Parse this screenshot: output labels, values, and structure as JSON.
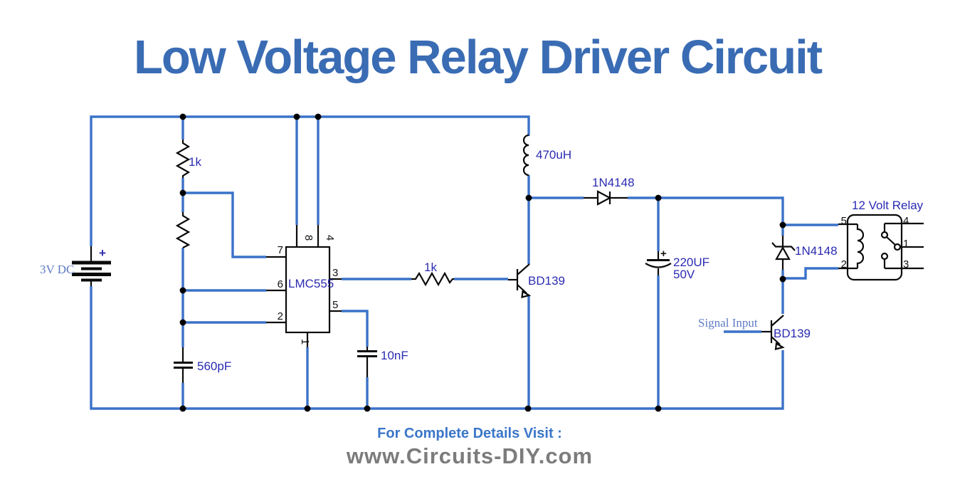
{
  "title": "Low Voltage Relay Driver Circuit",
  "circuit": {
    "power": {
      "battery_label": "3V DC",
      "battery_plus": "+"
    },
    "resistors": {
      "r1": "1k",
      "r_base": "1k"
    },
    "timer": {
      "ic_name": "LMC555",
      "pin_7": "7",
      "pin_6": "6",
      "pin_2": "2",
      "pin_8": "8",
      "pin_4": "4",
      "pin_3": "3",
      "pin_5": "5",
      "pin_1": "1"
    },
    "capacitors": {
      "c1": "560pF",
      "c2": "10nF",
      "c3_value": "220UF",
      "c3_voltage": "50V",
      "c3_plus": "+"
    },
    "inductor": {
      "l1": "470uH"
    },
    "diodes": {
      "d1": "1N4148",
      "d2": "1N4148"
    },
    "transistors": {
      "q1": "BD139",
      "q2": "BD139"
    },
    "relay": {
      "name": "12 Volt Relay",
      "pin_5": "5",
      "pin_2": "2",
      "pin_4": "4",
      "pin_1": "1",
      "pin_3": "3"
    },
    "signal_input_label": "Signal Input"
  },
  "footer": {
    "line1": "For Complete Details Visit :",
    "line2": "www.Circuits-DIY.com"
  },
  "colors": {
    "wire_blue": "#3B72C8",
    "component_black": "#0a0a0a",
    "label_blue": "#2B2BB2",
    "title_blue": "#3A6CB4",
    "serif_light_blue": "#5E7BC4",
    "footer_blue": "#3A76C8",
    "footer_gray": "#7C7C7C"
  }
}
